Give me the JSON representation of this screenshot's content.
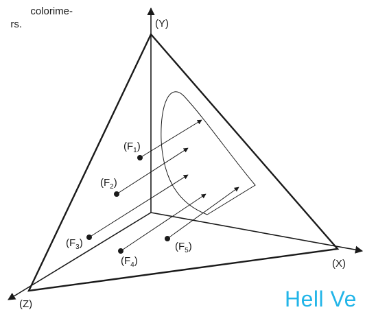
{
  "caption": {
    "line1": "colorime-",
    "line2": "rs."
  },
  "axes": {
    "x": "(X)",
    "y": "(Y)",
    "z": "(Z)"
  },
  "filters": [
    {
      "letter": "F",
      "index": "1"
    },
    {
      "letter": "F",
      "index": "2"
    },
    {
      "letter": "F",
      "index": "3"
    },
    {
      "letter": "F",
      "index": "4"
    },
    {
      "letter": "F",
      "index": "5"
    }
  ],
  "brand": "Hell Ve",
  "colors": {
    "line": "#1a1a1a",
    "brand": "#22b5e8"
  }
}
